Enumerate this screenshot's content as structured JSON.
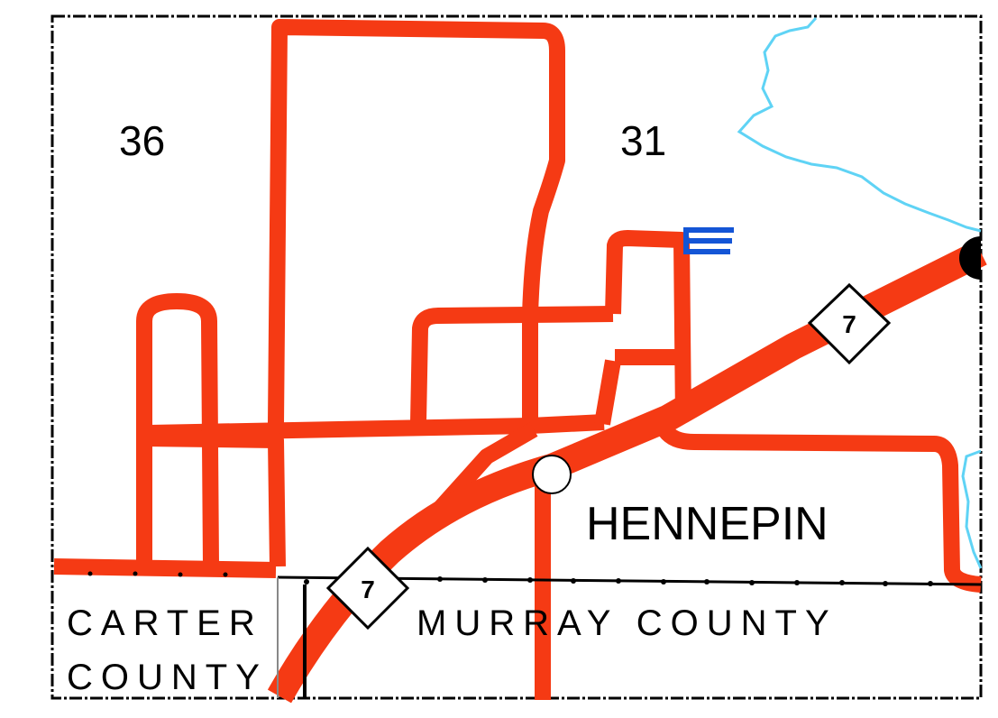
{
  "map": {
    "sections": [
      {
        "id": "s36",
        "label": "36"
      },
      {
        "id": "s31",
        "label": "31"
      }
    ],
    "town_label": "HENNEPIN",
    "counties": {
      "carter_line1": "CARTER",
      "carter_line2": "COUNTY",
      "murray": "MURRAY COUNTY"
    },
    "highway": {
      "route_number": "7",
      "shield_shape": "diamond"
    },
    "colors": {
      "road": "#f53a14",
      "water": "#5fd3f5",
      "symbol_blue": "#1455d6",
      "border": "#000000",
      "background": "#ffffff"
    },
    "icons": {
      "flag": "blue-flag-icon",
      "town_marker": "town-circle-icon",
      "edge_marker": "black-dot-icon"
    }
  }
}
